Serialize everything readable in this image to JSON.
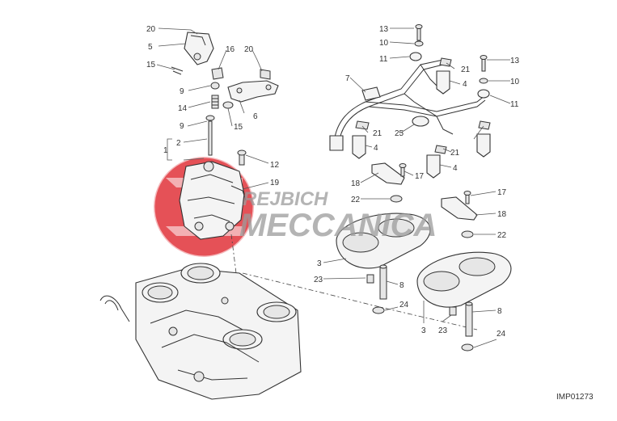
{
  "watermark": {
    "line1": "REJBICH",
    "line2": "MECCANICA",
    "logo_color": "#e0333a"
  },
  "drawing_code": "IMP01273",
  "callouts": [
    {
      "id": "c20a",
      "label": "20"
    },
    {
      "id": "c5",
      "label": "5"
    },
    {
      "id": "c15a",
      "label": "15"
    },
    {
      "id": "c16",
      "label": "16"
    },
    {
      "id": "c20b",
      "label": "20"
    },
    {
      "id": "c9a",
      "label": "9"
    },
    {
      "id": "c14",
      "label": "14"
    },
    {
      "id": "c6",
      "label": "6"
    },
    {
      "id": "c9b",
      "label": "9"
    },
    {
      "id": "c15b",
      "label": "15"
    },
    {
      "id": "c2",
      "label": "2"
    },
    {
      "id": "c1",
      "label": "1"
    },
    {
      "id": "c12",
      "label": "12"
    },
    {
      "id": "c19",
      "label": "19"
    },
    {
      "id": "c13a",
      "label": "13"
    },
    {
      "id": "c10a",
      "label": "10"
    },
    {
      "id": "c11a",
      "label": "11"
    },
    {
      "id": "c21a",
      "label": "21"
    },
    {
      "id": "c7",
      "label": "7"
    },
    {
      "id": "c4a",
      "label": "4"
    },
    {
      "id": "c13b",
      "label": "13"
    },
    {
      "id": "c10b",
      "label": "10"
    },
    {
      "id": "c11b",
      "label": "11"
    },
    {
      "id": "c21b",
      "label": "21"
    },
    {
      "id": "c25",
      "label": "25"
    },
    {
      "id": "c4b",
      "label": "4"
    },
    {
      "id": "c21c",
      "label": "21"
    },
    {
      "id": "c4c",
      "label": "4"
    },
    {
      "id": "c18a",
      "label": "18"
    },
    {
      "id": "c17a",
      "label": "17"
    },
    {
      "id": "c22a",
      "label": "22"
    },
    {
      "id": "c17b",
      "label": "17"
    },
    {
      "id": "c18b",
      "label": "18"
    },
    {
      "id": "c22b",
      "label": "22"
    },
    {
      "id": "c3a",
      "label": "3"
    },
    {
      "id": "c23a",
      "label": "23"
    },
    {
      "id": "c8a",
      "label": "8"
    },
    {
      "id": "c24a",
      "label": "24"
    },
    {
      "id": "c8b",
      "label": "8"
    },
    {
      "id": "c3b",
      "label": "3"
    },
    {
      "id": "c23b",
      "label": "23"
    },
    {
      "id": "c24b",
      "label": "24"
    }
  ]
}
